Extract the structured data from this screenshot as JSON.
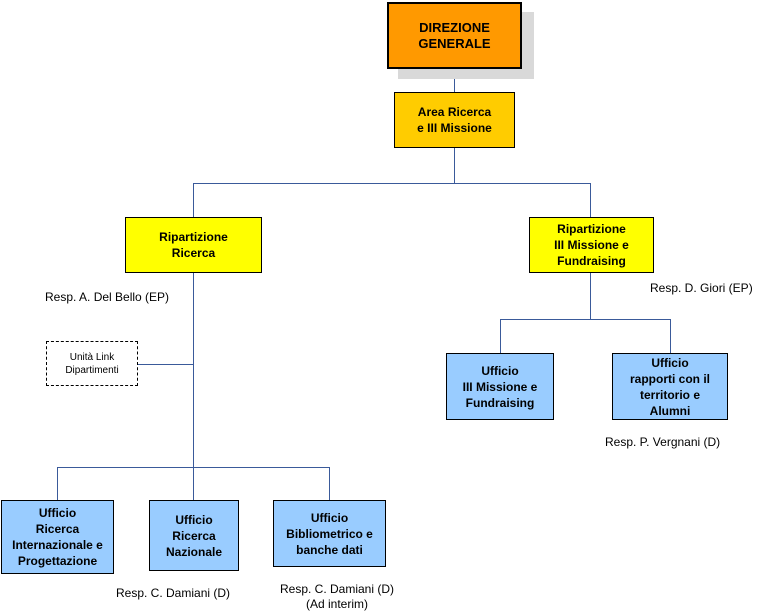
{
  "nodes": {
    "direzione": "DIREZIONE\nGENERALE",
    "area": "Area Ricerca\ne III Missione",
    "rip_ricerca": "Ripartizione\nRicerca",
    "rip_missione": "Ripartizione\nIII Missione e\nFundraising",
    "unita_link": "Unità Link\nDipartimenti",
    "uff_missione": "Ufficio\nIII Missione e\nFundraising",
    "uff_rapporti": "Ufficio\nrapporti con il\nterritorio e\nAlumni",
    "uff_internazionale": "Ufficio\nRicerca\nInternazionale e\nProgettazione",
    "uff_nazionale": "Ufficio\nRicerca\nNazionale",
    "uff_bibliometrico": "Ufficio\nBibliometrico e\nbanche dati"
  },
  "responsibles": {
    "del_bello": "Resp. A. Del Bello (EP)",
    "giori": "Resp. D. Giori (EP)",
    "vergnani": "Resp. P. Vergnani (D)",
    "damiani": "Resp. C. Damiani (D)",
    "damiani_interim_line1": "Resp. C. Damiani (D)",
    "damiani_interim_line2": "(Ad interim)"
  },
  "colors": {
    "direzione": "#ff9900",
    "area": "#ffcc00",
    "ripartizione": "#ffff00",
    "ufficio": "#99ccff",
    "connector": "#3a5a9a"
  }
}
